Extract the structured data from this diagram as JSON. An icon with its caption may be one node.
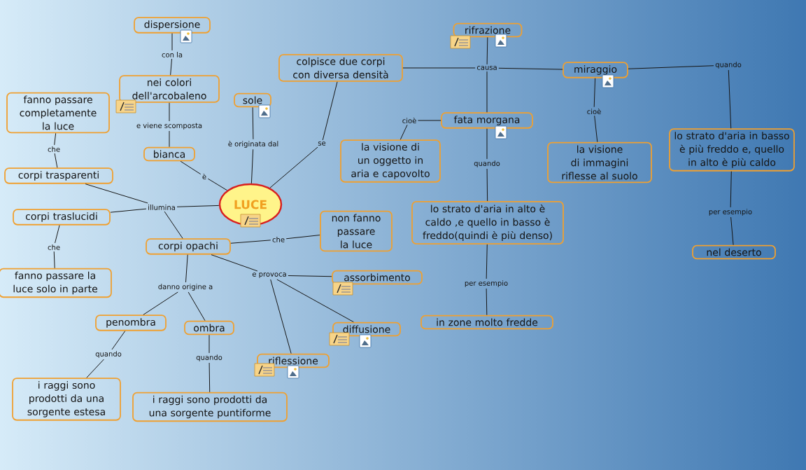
{
  "diagram": {
    "nodes": [
      {
        "text": [
          "dispersione"
        ]
      },
      {
        "text": [
          "rifrazione"
        ]
      },
      {
        "text": [
          "con la"
        ]
      },
      {
        "text": [
          "colpisce due corpi con diversa densità"
        ]
      },
      {
        "text": [
          "causa"
        ]
      },
      {
        "text": [
          "miraggio"
        ]
      },
      {
        "text": [
          "quando"
        ]
      },
      {
        "text": [
          "nei colori dell'arcobaleno"
        ]
      },
      {
        "text": [
          "sole"
        ]
      },
      {
        "text": [
          "fanno passare completamente la luce"
        ]
      },
      {
        "text": [
          "fata morgana"
        ]
      },
      {
        "text": [
          "cioè"
        ]
      },
      {
        "text": [
          "cioè"
        ]
      },
      {
        "text": [
          "e viene scomposta"
        ]
      },
      {
        "text": [
          "è originata dal"
        ]
      },
      {
        "text": [
          "se"
        ]
      },
      {
        "text": [
          "che"
        ]
      },
      {
        "text": [
          "lo strato d'aria in basso è più freddo e, quello in alto è più caldo"
        ]
      },
      {
        "text": [
          "bianca"
        ]
      },
      {
        "text": [
          "la visione di un oggetto in aria e capovolto"
        ]
      },
      {
        "text": [
          "la visione di immagini riflesse al suolo"
        ]
      },
      {
        "text": [
          "quando"
        ]
      },
      {
        "text": [
          "corpi trasparenti"
        ]
      },
      {
        "text": [
          "è"
        ]
      },
      {
        "text": [
          "LUCE"
        ]
      },
      {
        "text": [
          "illumina"
        ]
      },
      {
        "text": [
          "per esempio"
        ]
      },
      {
        "text": [
          "corpi traslucidi"
        ]
      },
      {
        "text": [
          "lo strato d'aria in alto è caldo ,e quello in basso è freddo(quindi è più denso)"
        ]
      },
      {
        "text": [
          "non fanno passare la luce"
        ]
      },
      {
        "text": [
          "che"
        ]
      },
      {
        "text": [
          "corpi opachi"
        ]
      },
      {
        "text": [
          "che"
        ]
      },
      {
        "text": [
          "nel deserto"
        ]
      },
      {
        "text": [
          "e provoca"
        ]
      },
      {
        "text": [
          "assorbimento"
        ]
      },
      {
        "text": [
          "fanno passare la luce solo in parte"
        ]
      },
      {
        "text": [
          "per esempio"
        ]
      },
      {
        "text": [
          "danno origine a"
        ]
      },
      {
        "text": [
          "penombra"
        ]
      },
      {
        "text": [
          "in zone molto fredde"
        ]
      },
      {
        "text": [
          "ombra"
        ]
      },
      {
        "text": [
          "diffusione"
        ]
      },
      {
        "text": [
          "quando"
        ]
      },
      {
        "text": [
          "quando"
        ]
      },
      {
        "text": [
          "riflessione"
        ]
      },
      {
        "text": [
          "i raggi sono prodotti da una sorgente estesa"
        ]
      },
      {
        "text": [
          "i raggi sono prodotti da una sorgente puntiforme"
        ]
      }
    ],
    "edges": [
      {
        "from": 18,
        "to": 13,
        "arrow": "none"
      },
      {
        "from": 13,
        "to": 7,
        "arrow": "none"
      },
      {
        "from": 7,
        "to": 2,
        "arrow": "none"
      },
      {
        "from": 2,
        "to": 0,
        "arrow": "none"
      },
      {
        "from": 24,
        "to": 23,
        "arrow": "none"
      },
      {
        "from": 23,
        "to": 18,
        "arrow": "none"
      },
      {
        "from": 24,
        "to": 14,
        "arrow": "none"
      },
      {
        "from": 14,
        "to": 8,
        "arrow": "none"
      },
      {
        "from": 24,
        "to": 15,
        "arrow": "none"
      },
      {
        "from": 15,
        "to": 3,
        "arrow": "none"
      },
      {
        "from": 3,
        "to": 4,
        "arrow": "none"
      },
      {
        "from": 4,
        "to": 1,
        "arrow": "none"
      },
      {
        "from": 4,
        "to": 5,
        "arrow": "none"
      },
      {
        "from": 4,
        "to": 10,
        "arrow": "none"
      },
      {
        "from": 10,
        "to": 11,
        "arrow": "none"
      },
      {
        "from": 11,
        "to": 19,
        "arrow": "none"
      },
      {
        "from": 10,
        "to": 21,
        "arrow": "none"
      },
      {
        "from": 21,
        "to": 28,
        "arrow": "none"
      },
      {
        "from": 28,
        "to": 37,
        "arrow": "none"
      },
      {
        "from": 37,
        "to": 40,
        "arrow": "none"
      },
      {
        "from": 5,
        "to": 12,
        "arrow": "none"
      },
      {
        "from": 12,
        "to": 20,
        "arrow": "none"
      },
      {
        "from": 5,
        "to": 6,
        "arrow": "none"
      },
      {
        "from": 6,
        "to": 17,
        "arrow": "none"
      },
      {
        "from": 17,
        "to": 26,
        "arrow": "none"
      },
      {
        "from": 26,
        "to": 33,
        "arrow": "none"
      },
      {
        "from": 24,
        "to": 25,
        "arrow": "none"
      },
      {
        "from": 25,
        "to": 22,
        "arrow": "none"
      },
      {
        "from": 25,
        "to": 27,
        "arrow": "none"
      },
      {
        "from": 25,
        "to": 31,
        "arrow": "none"
      },
      {
        "from": 22,
        "to": 16,
        "arrow": "none"
      },
      {
        "from": 16,
        "to": 9,
        "arrow": "none"
      },
      {
        "from": 27,
        "to": 32,
        "arrow": "none"
      },
      {
        "from": 32,
        "to": 36,
        "arrow": "none"
      },
      {
        "from": 31,
        "to": 30,
        "arrow": "none"
      },
      {
        "from": 30,
        "to": 29,
        "arrow": "none"
      },
      {
        "from": 31,
        "to": 34,
        "arrow": "none"
      },
      {
        "from": 34,
        "to": 35,
        "arrow": "none"
      },
      {
        "from": 34,
        "to": 42,
        "arrow": "none"
      },
      {
        "from": 34,
        "to": 45,
        "arrow": "none"
      },
      {
        "from": 31,
        "to": 38,
        "arrow": "none"
      },
      {
        "from": 38,
        "to": 39,
        "arrow": "none"
      },
      {
        "from": 38,
        "to": 41,
        "arrow": "none"
      },
      {
        "from": 39,
        "to": 43,
        "arrow": "none"
      },
      {
        "from": 43,
        "to": 46,
        "arrow": "none"
      },
      {
        "from": 41,
        "to": 44,
        "arrow": "none"
      },
      {
        "from": 44,
        "to": 47,
        "arrow": "none"
      }
    ]
  }
}
